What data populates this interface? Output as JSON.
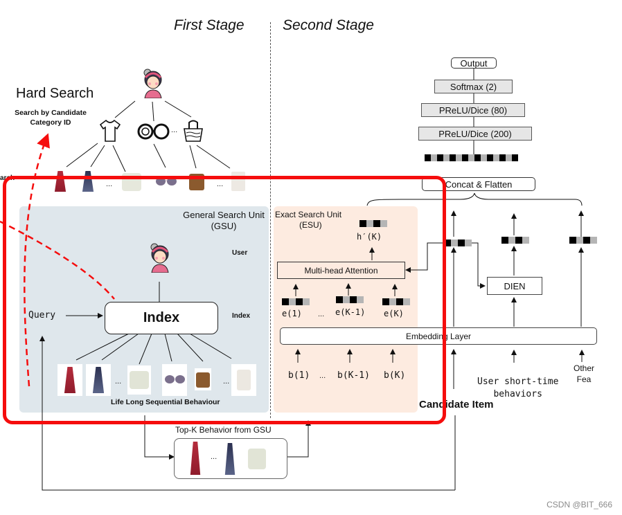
{
  "stages": {
    "first": "First Stage",
    "second": "Second Stage"
  },
  "hard_search": {
    "title": "Hard Search",
    "subtitle_line1": "Search by Candidate",
    "subtitle_line2": "Category ID",
    "clipped_label": "arch"
  },
  "category_tree": {
    "categories": [
      "t-shirt-icon",
      "glasses-icon",
      "bag-icon"
    ],
    "ellipsis": "...",
    "items_ellipsis": "..."
  },
  "gsu": {
    "title_line1": "General Search Unit",
    "title_line2": "(GSU)",
    "user_label": "User",
    "index_label": "Index",
    "index_box": "Index",
    "query": "Query",
    "sequence_label": "Life Long Sequential Behaviour",
    "ellipsis": "..."
  },
  "esu": {
    "title_line1": "Exact Search Unit",
    "title_line2": "(ESU)",
    "output_label": "h′(K)",
    "attention": "Multi-head Attention",
    "embeddings": [
      "e(1)",
      "e(K-1)",
      "e(K)"
    ],
    "behaviors": [
      "b(1)",
      "b(K-1)",
      "b(K)"
    ],
    "ellipsis": "..."
  },
  "network": {
    "output": "Output",
    "softmax": "Softmax (2)",
    "prelu_80": "PReLU/Dice (80)",
    "prelu_200": "PReLU/Dice (200)",
    "concat": "Concat & Flatten",
    "dien": "DIEN",
    "embedding_layer": "Embedding Layer",
    "candidate_item": "Candidate Item",
    "short_time_line1": "User short-time",
    "short_time_line2": "behaviors",
    "other_line1": "Other",
    "other_line2": "Fea"
  },
  "topk": {
    "label": "Top-K Behavior from GSU",
    "ellipsis": "..."
  },
  "watermark": "CSDN @BIT_666",
  "colors": {
    "highlight_red": "#f50d0d",
    "gsu_bg": "#dfe7ec",
    "esu_bg": "#fdebe0"
  }
}
